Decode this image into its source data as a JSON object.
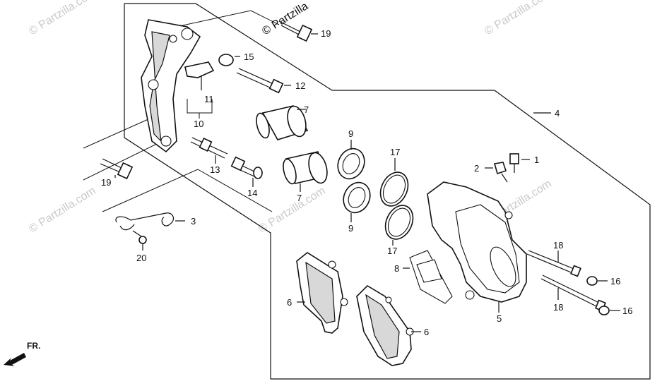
{
  "watermark": {
    "text": "© Partzilla.com",
    "dark_text": "© Partzilla"
  },
  "direction_label": "FR.",
  "callouts": {
    "c1": "1",
    "c2": "2",
    "c3": "3",
    "c4": "4",
    "c5": "5",
    "c6a": "6",
    "c6b": "6",
    "c7a": "7",
    "c7b": "7",
    "c8": "8",
    "c9a": "9",
    "c9b": "9",
    "c10": "10",
    "c11": "11",
    "c12": "12",
    "c13": "13",
    "c14": "14",
    "c15": "15",
    "c16a": "16",
    "c16b": "16",
    "c17a": "17",
    "c17b": "17",
    "c18a": "18",
    "c18b": "18",
    "c19a": "19",
    "c19b": "19",
    "c20": "20"
  },
  "parts": {
    "bracket": "caliper-bracket",
    "caliper": "caliper-body",
    "pad_left": "brake-pad",
    "pad_right": "brake-pad",
    "shim": "pad-shim",
    "piston_a": "piston",
    "piston_b": "piston",
    "seal_a": "piston-seal",
    "seal_b": "piston-seal",
    "dust_a": "dust-seal",
    "dust_b": "dust-seal",
    "pin_a": "pad-pin",
    "pin_b": "pad-pin",
    "plug_a": "pin-plug",
    "plug_b": "pin-plug",
    "spring": "pad-spring",
    "bleeder": "bleeder-screw"
  }
}
